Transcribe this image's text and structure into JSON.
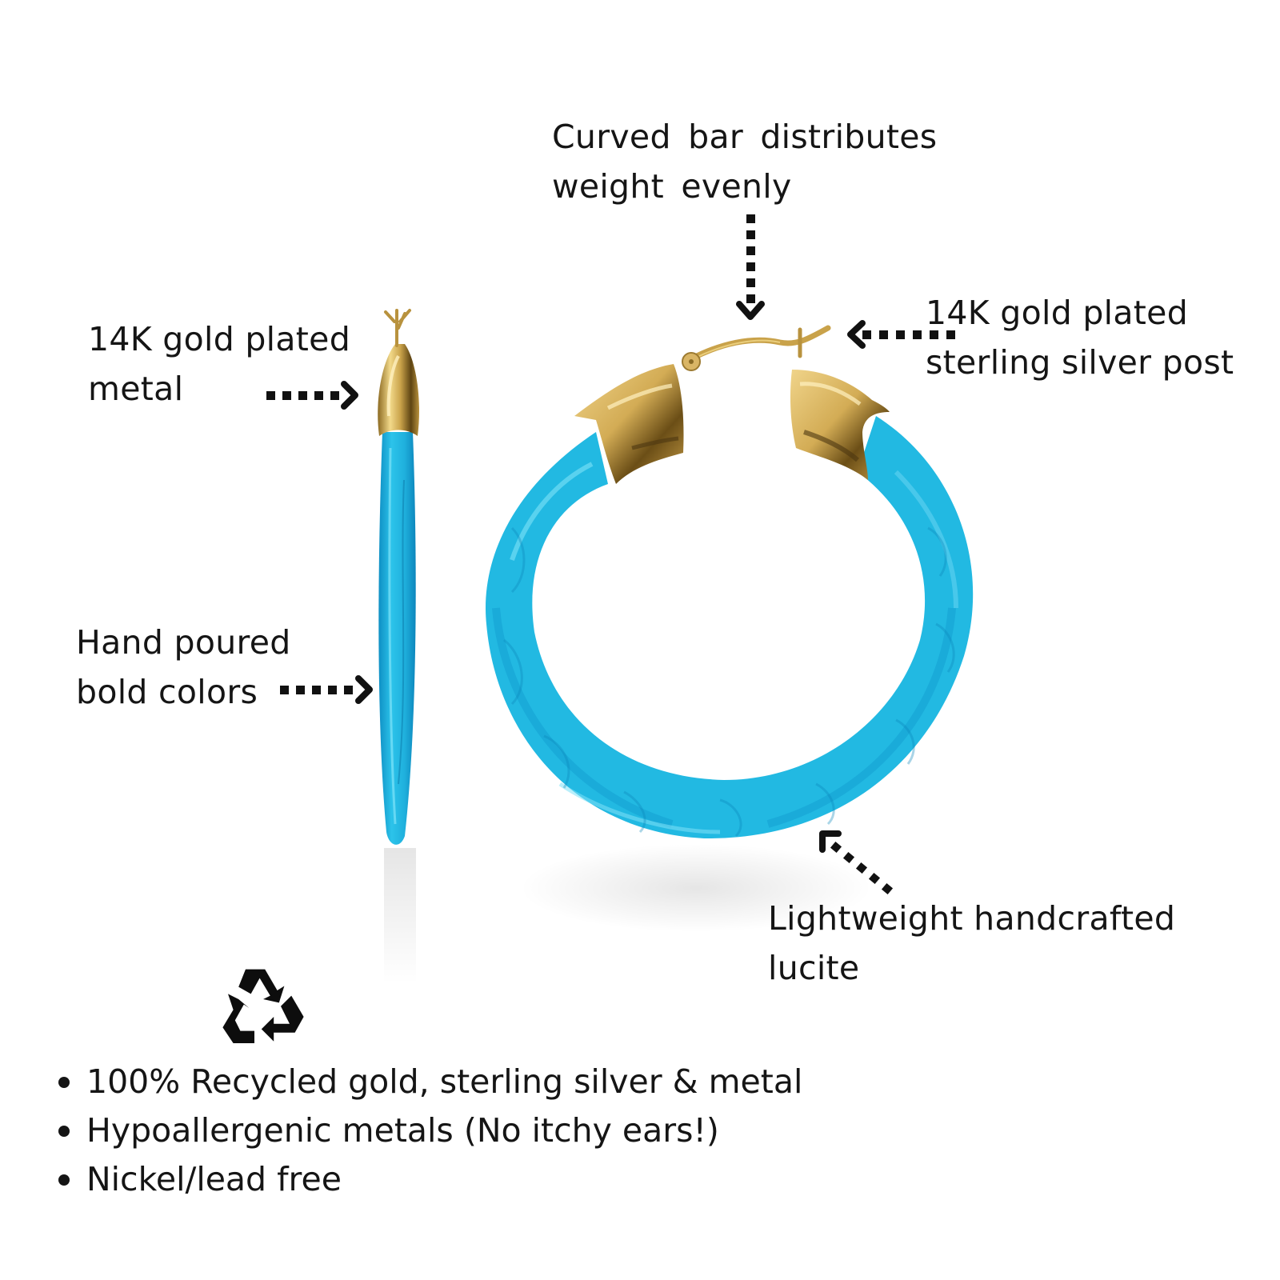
{
  "callouts": {
    "curved_bar": {
      "lines": [
        "Curved  bar  distributes",
        "weight evenly"
      ],
      "arrow_direction": "down"
    },
    "post": {
      "lines": [
        "14K gold plated",
        "sterling silver post"
      ],
      "arrow_direction": "left"
    },
    "metal": {
      "lines": [
        "14K gold plated",
        "metal"
      ],
      "arrow_direction": "right"
    },
    "colors": {
      "lines": [
        "Hand poured",
        "bold colors"
      ],
      "arrow_direction": "right"
    },
    "lucite": {
      "lines": [
        "Lightweight handcrafted",
        "lucite"
      ],
      "arrow_direction": "up-left"
    }
  },
  "features": {
    "icon": "recycle-icon",
    "items": [
      "100% Recycled gold, sterling silver & metal",
      "Hypoallergenic metals (No itchy ears!)",
      "Nickel/lead free"
    ]
  },
  "product": {
    "type": "hoop earrings",
    "views": [
      "side view",
      "front view"
    ]
  },
  "colors": {
    "lucite_blue": "#1FB8E0",
    "lucite_blue_dark": "#0E8FC4",
    "lucite_blue_light": "#5FD4F2",
    "gold": "#C9A24A",
    "gold_dark": "#7A5A1A",
    "gold_light": "#F2D98A",
    "text": "#151515",
    "background": "#FFFFFF"
  }
}
